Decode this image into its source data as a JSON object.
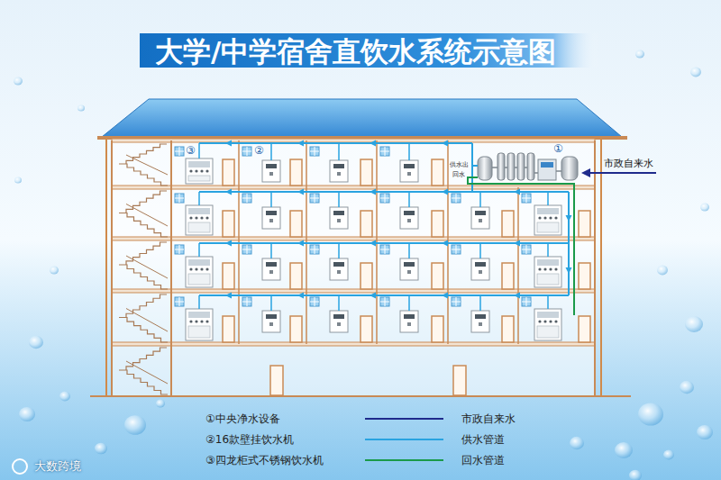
{
  "diagram": {
    "title": "大学/中学宿舍直饮水系统示意图",
    "labels": [
      "③",
      "②",
      "①",
      "供水出",
      "回水",
      "市政自来水",
      "①中央净水设备",
      "②16款壁挂饮水机",
      "③四龙柜式不锈钢饮水机",
      "大数跨境"
    ],
    "legend": [
      {
        "text": "市政自来水"
      },
      {
        "text": "供水管道"
      },
      {
        "text": "回水管道"
      }
    ]
  }
}
